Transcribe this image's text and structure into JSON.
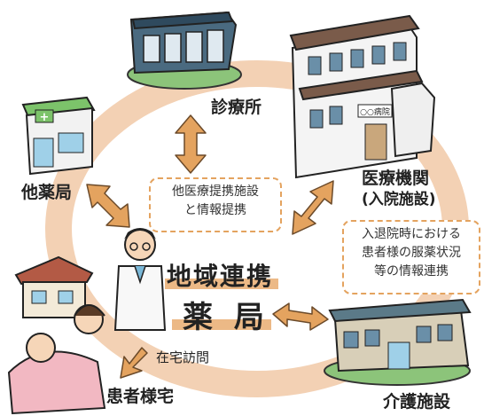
{
  "nodes": {
    "clinic": "診療所",
    "hospital_line1": "医療機関",
    "hospital_line2": "(入院施設)",
    "other_pharmacy": "他薬局",
    "care_facility": "介護施設",
    "patient_home": "患者様宅"
  },
  "center": {
    "line1": "地域連携",
    "line2": "薬 局"
  },
  "notes": {
    "pharmacy_note": [
      "他医療提携施設",
      "と情報提携"
    ],
    "hospital_note": [
      "入退院時における",
      "患者様の服薬状況",
      "等の情報連携"
    ]
  },
  "home_visit": "在宅訪問",
  "colors": {
    "ring": "#f3d1b4",
    "arrow": "#e4a35f",
    "arrow_outline": "#6b4a2a",
    "note_border": "#e4a35f",
    "center_band": "#e6a25e"
  },
  "icons": [
    "clinic-building-icon",
    "hospital-building-icon",
    "pharmacy-shop-icon",
    "care-facility-icon",
    "pharmacist-figure-icon",
    "patient-home-icon"
  ]
}
